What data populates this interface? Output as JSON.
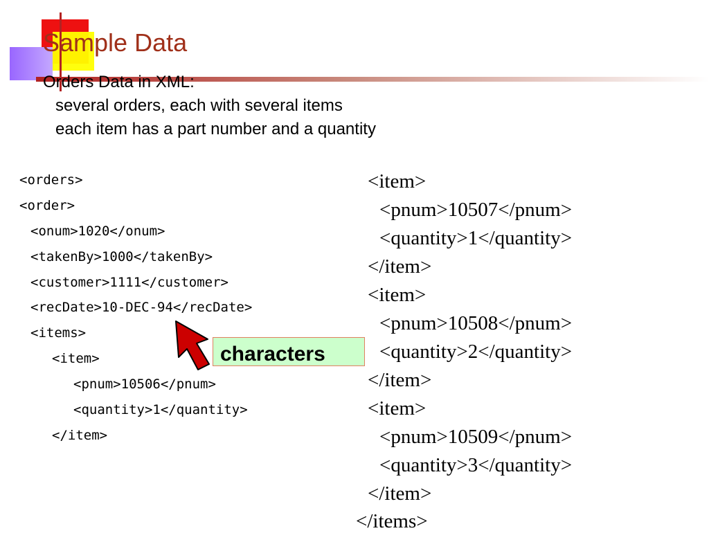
{
  "slide": {
    "title": "Sample Data",
    "subtitle": "Orders Data in XML:",
    "bullets": [
      "several orders, each with several items",
      "each item has a part number and a quantity"
    ]
  },
  "left_code": [
    "<orders>",
    "<order>",
    "<onum>1020</onum>",
    "<takenBy>1000</takenBy>",
    "<customer>1111</customer>",
    "<recDate>10-DEC-94</recDate>",
    "<items>",
    "<item>",
    "<pnum>10506</pnum>",
    "<quantity>1</quantity>",
    "</item>"
  ],
  "right_code": [
    "<item>",
    "<pnum>10507</pnum>",
    "<quantity>1</quantity>",
    "</item>",
    "<item>",
    "<pnum>10508</pnum>",
    "<quantity>2</quantity>",
    "</item>",
    "<item>",
    "<pnum>10509</pnum>",
    "<quantity>3</quantity>",
    "</item>",
    "</items>"
  ],
  "callout": {
    "label": "characters"
  },
  "colors": {
    "title": "#a0301a",
    "callout_bg": "#ccffcc",
    "arrow": "#cc0000"
  },
  "icons": {
    "arrow": "red-up-arrow-icon"
  }
}
